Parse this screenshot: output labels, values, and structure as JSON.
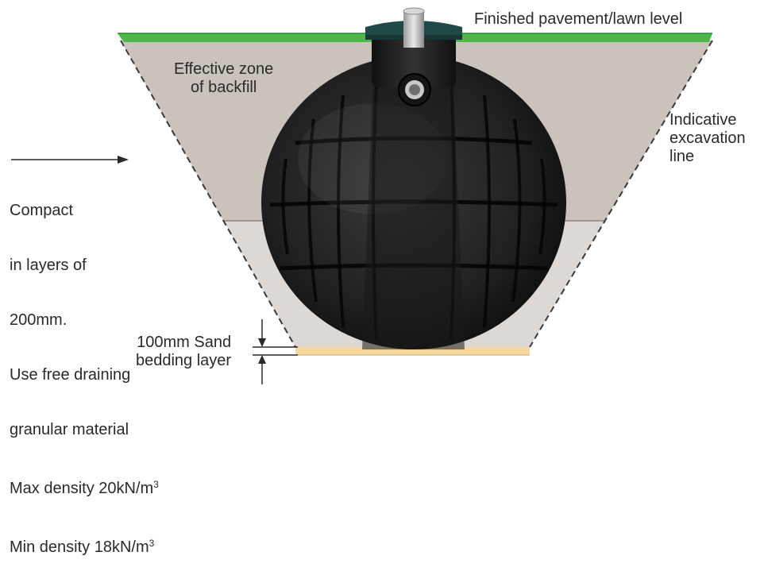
{
  "labels": {
    "finished_level": "Finished pavement/lawn level",
    "effective_zone": "Effective zone\nof backfill",
    "excavation_line": "Indicative\nexcavation\nline",
    "compact_lines": [
      "Compact",
      "in layers of",
      "200mm.",
      "Use free draining",
      "granular material",
      "Max density 20kN/m",
      "Min density 18kN/m"
    ],
    "cubed": "3",
    "sand_bedding": "100mm Sand\nbedding layer"
  },
  "icons": {
    "arrow": "right-arrow-icon",
    "dimension": "dimension-arrows-icon",
    "tank": "septic-tank-icon"
  },
  "colors": {
    "lawn": "#4db848",
    "backfill": "#c9c3bc",
    "lower_fill": "#ddd8d3",
    "sand": "#f8d9a0",
    "tank": "#1c1c1c",
    "lid": "#1f4a48",
    "text": "#2a2a2a"
  }
}
